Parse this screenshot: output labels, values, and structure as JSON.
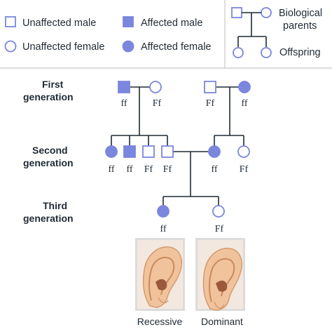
{
  "colors": {
    "affected_fill": "#7b86de",
    "outline": "#7b86de",
    "line": "#1f2a35",
    "ear_skin": "#f1c7a0",
    "ear_frame": "#d9d9d9"
  },
  "legend": {
    "unaffected_male": "Unaffected male",
    "affected_male": "Affected male",
    "unaffected_female": "Unaffected female",
    "affected_female": "Affected female",
    "key_parents_line1": "Biological",
    "key_parents_line2": "parents",
    "key_offspring": "Offspring"
  },
  "generations": {
    "first_line1": "First",
    "first_line2": "generation",
    "second_line1": "Second",
    "second_line2": "generation",
    "third_line1": "Third",
    "third_line2": "generation"
  },
  "genotypes": {
    "g1_father_left": "ff",
    "g1_mother_left": "Ff",
    "g1_father_right": "Ff",
    "g1_mother_right": "ff",
    "g2_child1": "ff",
    "g2_child2": "ff",
    "g2_child3": "Ff",
    "g2_child4": "Ff",
    "g2_child5": "ff",
    "g2_child6": "Ff",
    "g3_child1": "ff",
    "g3_child2": "Ff"
  },
  "ears": {
    "recessive_label": "Recessive",
    "dominant_label": "Dominant"
  }
}
